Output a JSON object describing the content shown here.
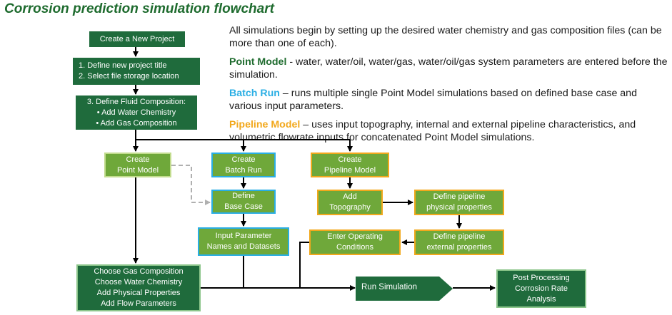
{
  "title": "Corrosion prediction simulation flowchart",
  "description": {
    "intro": "All simulations begin by setting up the desired water chemistry and gas composition files (can be more than one of each).",
    "point_model": {
      "keyword": "Point Model",
      "text": " - water, water/oil, water/gas, water/oil/gas system parameters are entered before the simulation."
    },
    "batch_run": {
      "keyword": "Batch Run",
      "text": " – runs multiple single Point Model simulations based on defined base case and various input parameters."
    },
    "pipeline_model": {
      "keyword": "Pipeline Model",
      "text": " – uses input topography, internal and external pipeline characteristics, and volumetric flowrate inputs for concatenated Point Model simulations."
    }
  },
  "colors": {
    "dark_green": "#1f6b3c",
    "light_green": "#6fa83a",
    "blue_accent": "#29aee4",
    "gold_accent": "#f2a81c",
    "title_green": "#1e6b2e"
  },
  "nodes": {
    "new_project": {
      "lines": [
        "Create a New Project"
      ]
    },
    "define_title": {
      "lines": [
        "1.   Define new project title",
        "2.   Select file storage location"
      ]
    },
    "fluid_composition": {
      "lines": [
        "3. Define Fluid Composition:",
        "•   Add Water Chemistry",
        "•   Add Gas Composition"
      ]
    },
    "create_point": {
      "lines": [
        "Create",
        "Point Model"
      ]
    },
    "create_batch": {
      "lines": [
        "Create",
        "Batch Run"
      ]
    },
    "create_pipeline": {
      "lines": [
        "Create",
        "Pipeline Model"
      ]
    },
    "define_base": {
      "lines": [
        "Define",
        "Base Case"
      ]
    },
    "input_params": {
      "lines": [
        "Input Parameter",
        "Names and Datasets"
      ]
    },
    "add_topography": {
      "lines": [
        "Add",
        "Topography"
      ]
    },
    "pipe_physical": {
      "lines": [
        "Define pipeline",
        "physical properties"
      ]
    },
    "pipe_external": {
      "lines": [
        "Define pipeline",
        "external properties"
      ]
    },
    "operating_conditions": {
      "lines": [
        "Enter Operating",
        "Conditions"
      ]
    },
    "choose_params": {
      "lines": [
        "Choose Gas Composition",
        "Choose Water Chemistry",
        "Add Physical Properties",
        "Add Flow Parameters"
      ]
    },
    "run_simulation": {
      "lines": [
        "Run Simulation"
      ]
    },
    "post_processing": {
      "lines": [
        "Post Processing",
        "Corrosion Rate",
        "Analysis"
      ]
    }
  }
}
